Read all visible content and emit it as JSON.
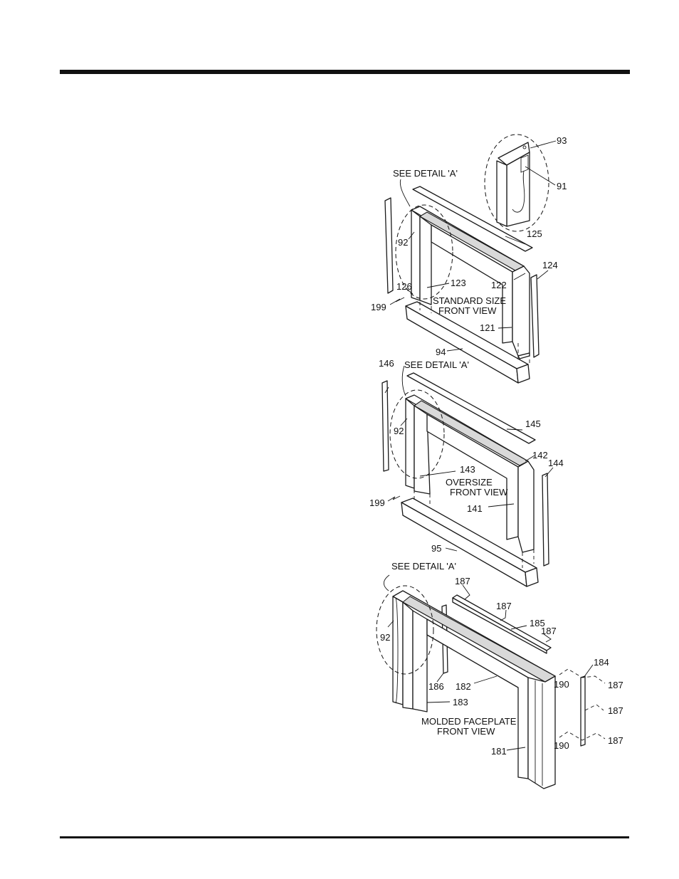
{
  "colors": {
    "ink": "#111111",
    "rule": "#111111",
    "paper": "#ffffff",
    "shade": "#d9d9d9"
  },
  "labels": {
    "l93": "93",
    "l91": "91",
    "l125": "125",
    "l92a": "92",
    "l124": "124",
    "l122": "122",
    "l123": "123",
    "l126": "126",
    "l199a": "199",
    "l121": "121",
    "l94": "94",
    "l146": "146",
    "l145": "145",
    "l142": "142",
    "l144": "144",
    "l92b": "92",
    "l143": "143",
    "l199b": "199",
    "l141": "141",
    "l95": "95",
    "l187a": "187",
    "l187b": "187",
    "l185": "185",
    "l187c": "187",
    "l92c": "92",
    "l184": "184",
    "l190a": "190",
    "l187d": "187",
    "l186": "186",
    "l182": "182",
    "l187e": "187",
    "l183": "183",
    "l190b": "190",
    "l187f": "187",
    "l181": "181"
  },
  "captions": {
    "detail_a1": "SEE DETAIL 'A'",
    "detail_a2": "SEE DETAIL 'A'",
    "detail_a3": "SEE DETAIL 'A'",
    "standard_1": "STANDARD SIZE",
    "standard_2": "FRONT VIEW",
    "oversize_1": "OVERSIZE",
    "oversize_2": "FRONT VIEW",
    "molded_1": "MOLDED FACEPLATE",
    "molded_2": "FRONT VIEW"
  }
}
